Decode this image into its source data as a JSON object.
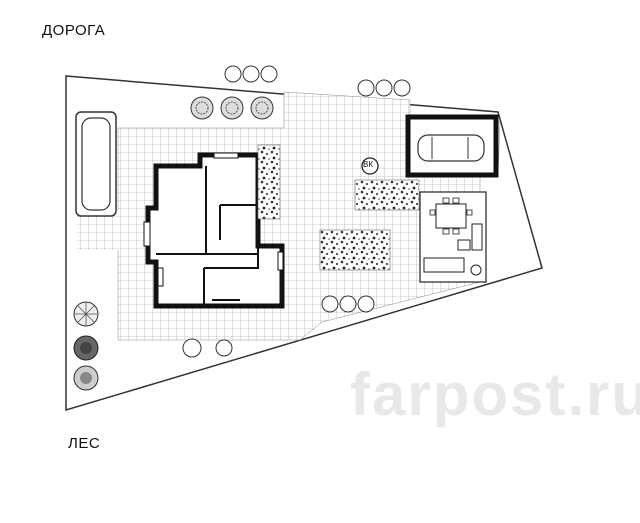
{
  "labels": {
    "road": "ДОРОГА",
    "forest": "ЛЕС",
    "well": "ВК"
  },
  "watermark": "farpost.ru"
}
